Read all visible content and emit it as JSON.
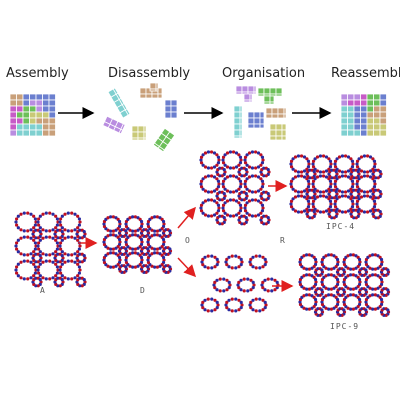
{
  "steps": {
    "assembly": "Assembly",
    "disassembly": "Disassembly",
    "organisation": "Organisation",
    "reassembly": "Reassembly"
  },
  "structures": {
    "a": "A",
    "d": "D",
    "o": "O",
    "r": "R",
    "ipc4": "IPC-4",
    "ipc9": "IPC-9"
  },
  "colors": {
    "tile_pink": "#c75bc7",
    "tile_violet": "#b98de0",
    "tile_blue": "#6b7fcf",
    "tile_teal": "#7fd0d0",
    "tile_green": "#6dbf5a",
    "tile_khaki": "#c9c977",
    "tile_tan": "#c9a07a",
    "atom_red": "#c01020",
    "atom_blue": "#2a2aa0",
    "arrow_red": "#e02020",
    "arrow_black": "#000000"
  }
}
